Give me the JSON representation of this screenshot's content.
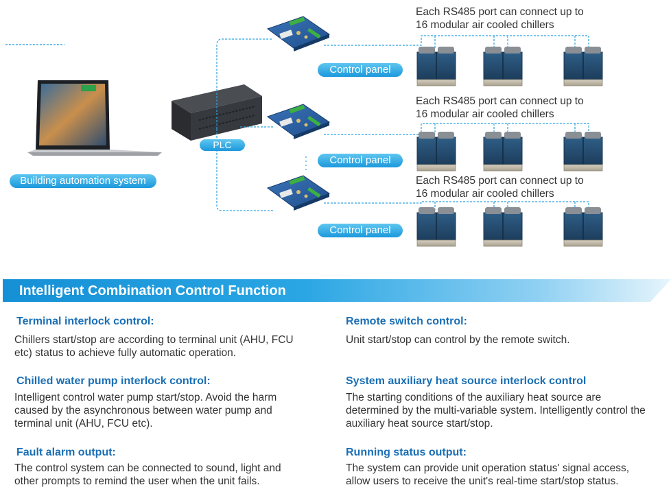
{
  "diagram": {
    "pc_label": "Building automation system",
    "plc_label": "PLC",
    "panels": [
      {
        "label": "Control panel"
      },
      {
        "label": "Control panel"
      },
      {
        "label": "Control panel"
      }
    ],
    "rs485_notes": [
      {
        "line1": "Each RS485 port can connect up to",
        "line2": "16 modular air cooled chillers"
      },
      {
        "line1": "Each RS485 port can connect up to",
        "line2": "16 modular air cooled chillers"
      },
      {
        "line1": "Each RS485 port can connect up to",
        "line2": "16 modular air cooled chillers"
      }
    ]
  },
  "section": {
    "title": "Intelligent Combination Control Function",
    "items": [
      {
        "heading": "Terminal interlock control:",
        "body": [
          "Chillers start/stop are according to terminal unit (AHU, FCU",
          "etc) status to achieve fully automatic operation."
        ]
      },
      {
        "heading": "Remote switch control:",
        "body": [
          "Unit start/stop can control by the remote switch."
        ]
      },
      {
        "heading": "Chilled water pump interlock control:",
        "body": [
          "Intelligent control water pump start/stop. Avoid the harm",
          "caused by the asynchronous between water pump and",
          "terminal unit (AHU, FCU etc)."
        ]
      },
      {
        "heading": "System auxiliary heat source interlock control",
        "body": [
          "The starting conditions of the auxiliary heat source are",
          "determined by the multi-variable system. Intelligently control the",
          "auxiliary heat source start/stop."
        ]
      },
      {
        "heading": "Fault alarm output:",
        "body": [
          "The control system can be connected to sound, light and",
          "other prompts to remind the user when the unit fails."
        ]
      },
      {
        "heading": "Running status output:",
        "body": [
          "The system can provide unit operation status' signal access,",
          "allow users to receive the unit's real-time start/stop status."
        ]
      }
    ]
  },
  "colors": {
    "accent": "#1b98dc",
    "heading": "#1a6fb5"
  }
}
